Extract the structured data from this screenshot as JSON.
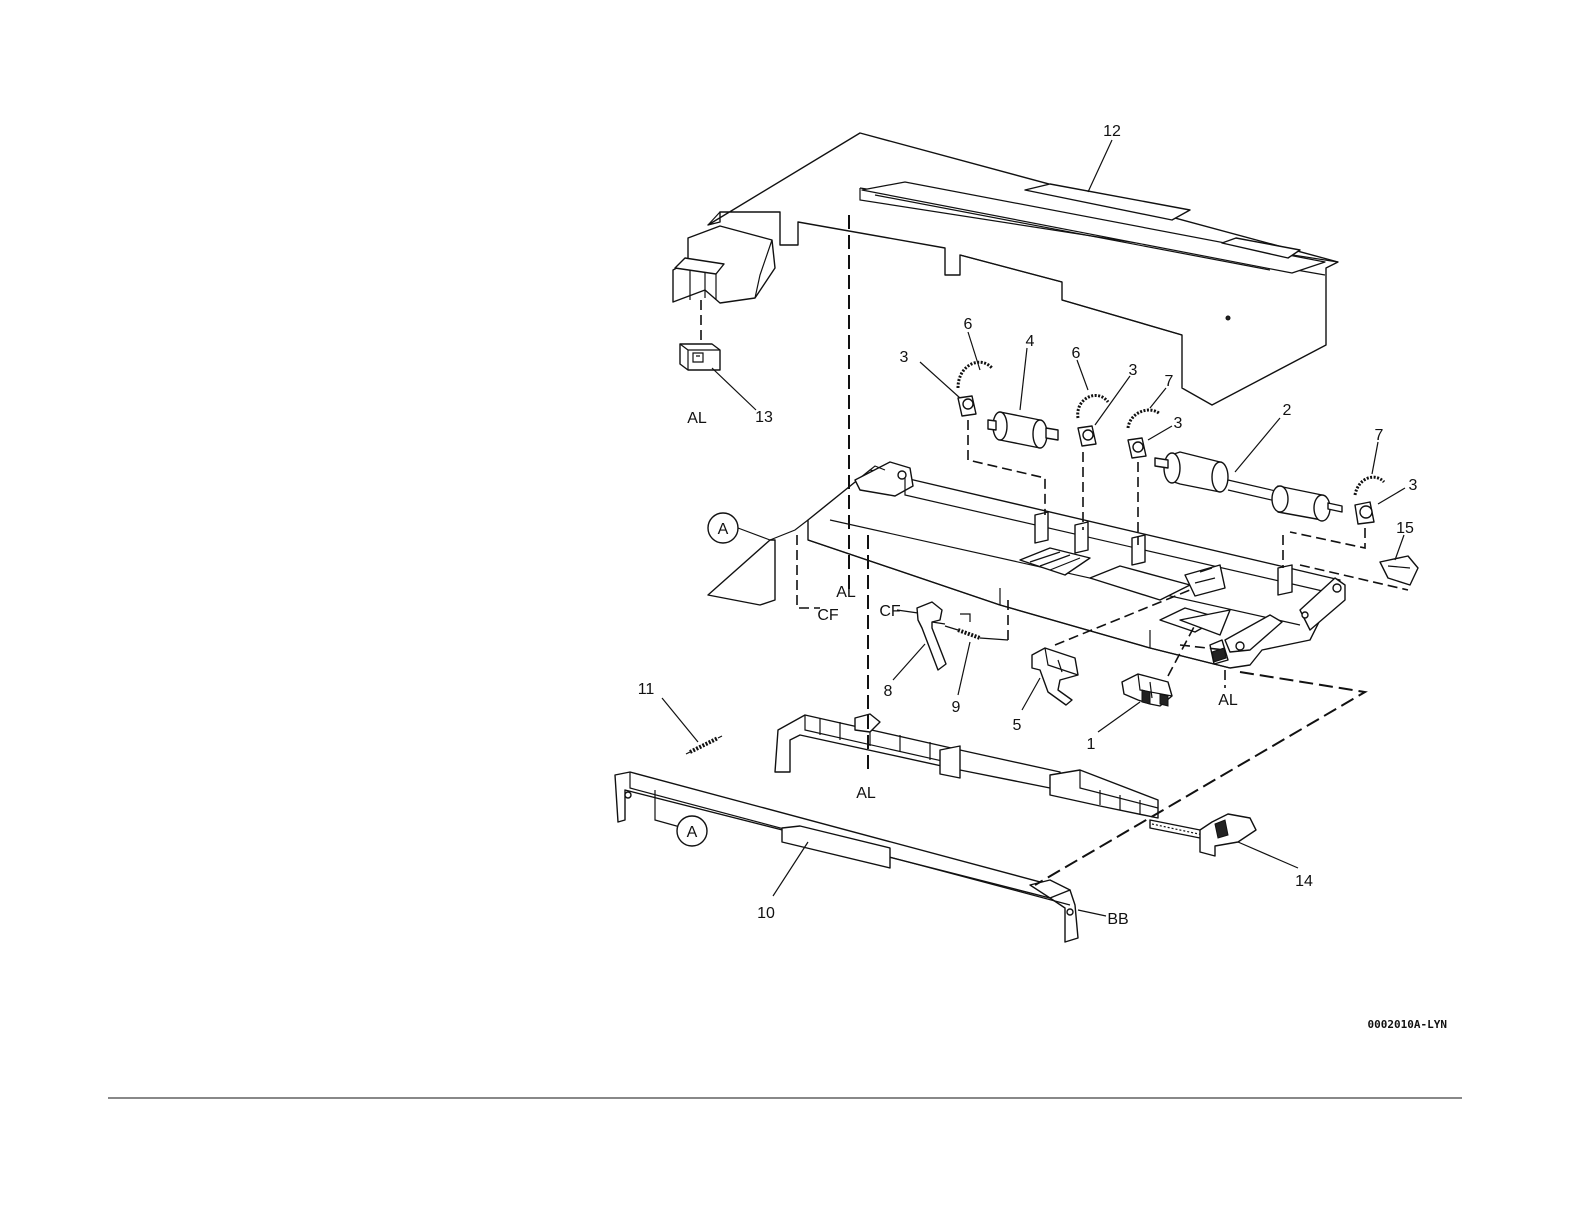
{
  "drawing_code": "0002010A-LYN",
  "callouts": {
    "c1": "1",
    "c2": "2",
    "c3a": "3",
    "c3b": "3",
    "c3c": "3",
    "c3d": "3",
    "c4": "4",
    "c5": "5",
    "c6a": "6",
    "c6b": "6",
    "c7a": "7",
    "c7b": "7",
    "c8": "8",
    "c9": "9",
    "c10": "10",
    "c11": "11",
    "c12": "12",
    "c13": "13",
    "c14": "14",
    "c15": "15"
  },
  "references": {
    "al1": "AL",
    "al2": "AL",
    "al3": "AL",
    "al4": "AL",
    "cf1": "CF",
    "cf2": "CF",
    "bb": "BB",
    "a1": "A",
    "a2": "A"
  }
}
